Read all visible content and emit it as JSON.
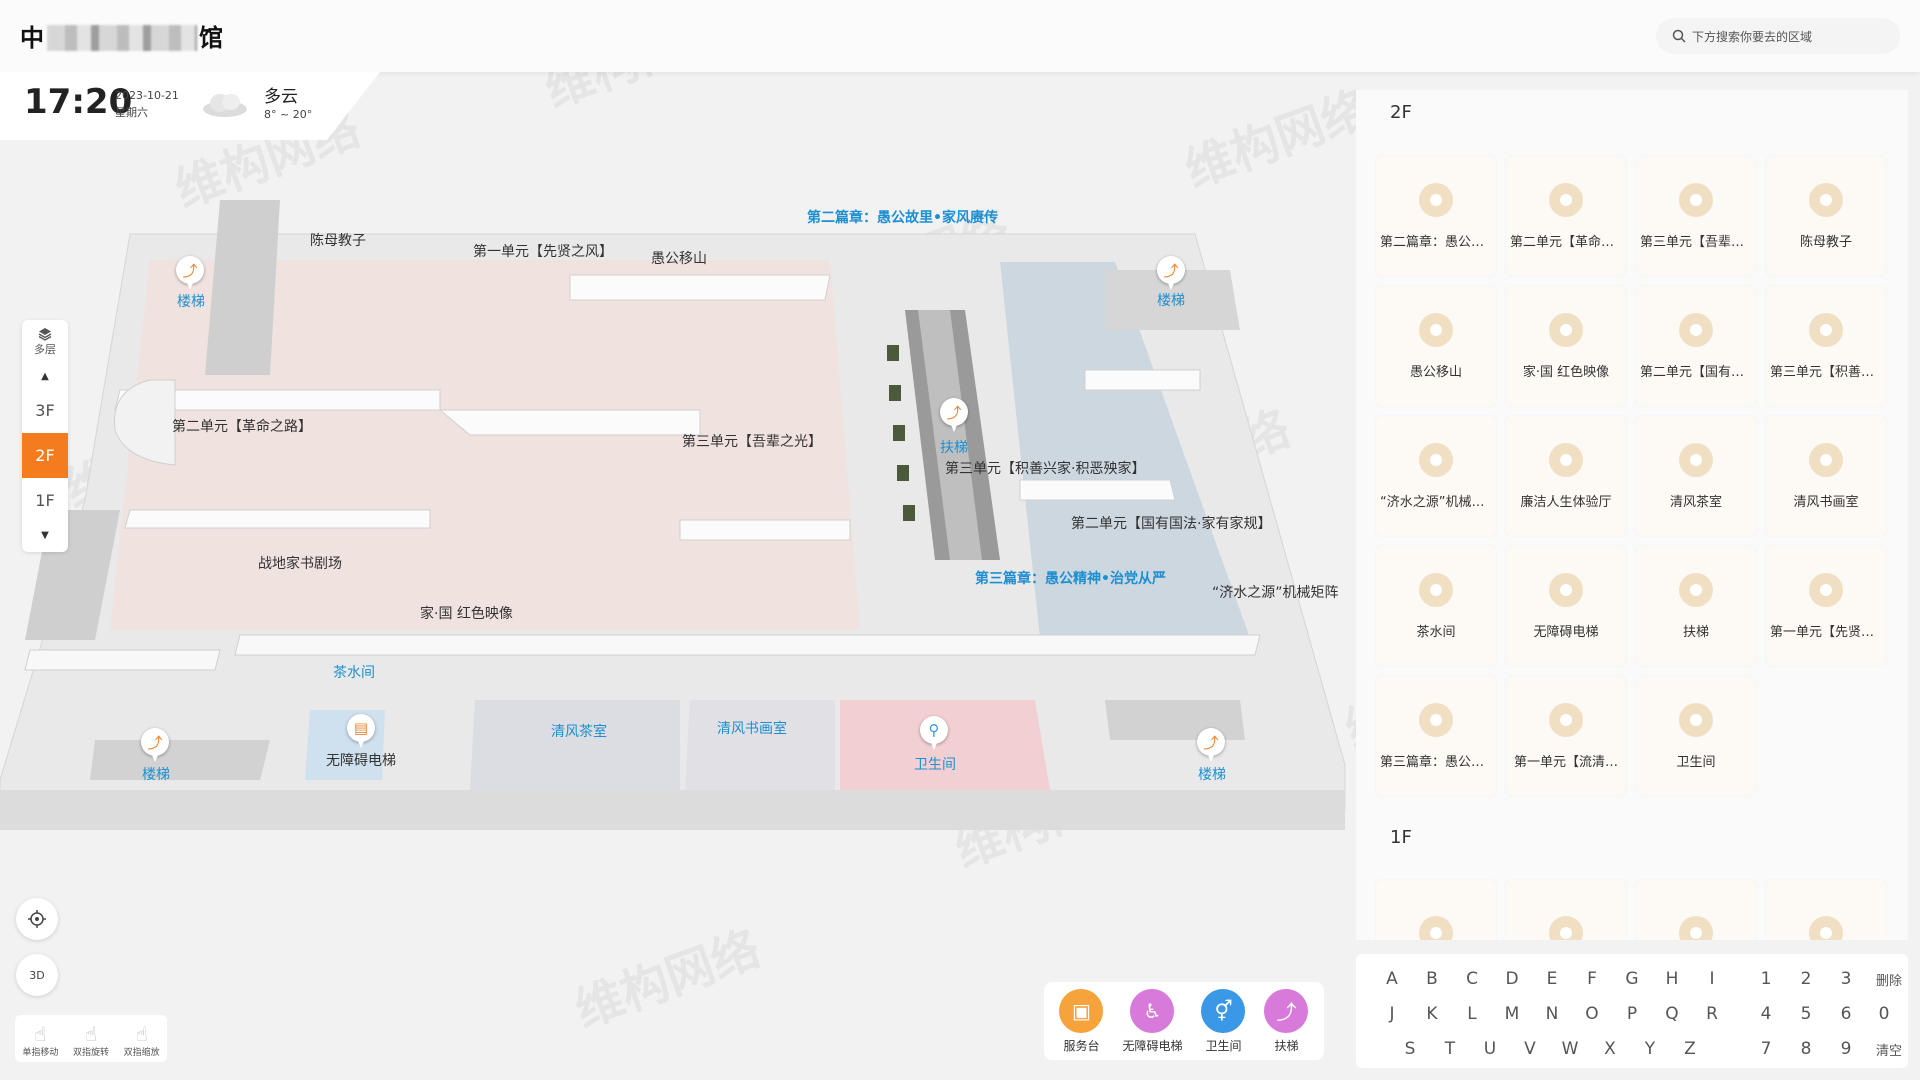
{
  "app": {
    "title_prefix": "中",
    "title_suffix": "馆"
  },
  "search": {
    "placeholder": "下方搜索你要去的区域"
  },
  "clock": {
    "time": "17:20",
    "date": "2023-10-21",
    "weekday": "星期六",
    "weather": "多云",
    "temp": "8° ~ 20°"
  },
  "floor_selector": {
    "layers_label": "多层",
    "floors": [
      "3F",
      "2F",
      "1F"
    ],
    "active": "2F"
  },
  "map": {
    "labels": [
      {
        "id": "chen-mu",
        "text": "陈母教子"
      },
      {
        "id": "unit1",
        "text": "第一单元【先贤之风】"
      },
      {
        "id": "yugong",
        "text": "愚公移山"
      },
      {
        "id": "chapter2",
        "text": "第二篇章：愚公故里•家风赓传"
      },
      {
        "id": "unit2-rev",
        "text": "第二单元【革命之路】"
      },
      {
        "id": "unit3-wu",
        "text": "第三单元【吾辈之光】"
      },
      {
        "id": "unit3-ji",
        "text": "第三单元【积善兴家·积恶殃家】"
      },
      {
        "id": "unit2-guo",
        "text": "第二单元【国有国法·家有家规】"
      },
      {
        "id": "chapter3",
        "text": "第三篇章：愚公精神•治党从严"
      },
      {
        "id": "jishui",
        "text": "“济水之源”机械矩阵"
      },
      {
        "id": "zhandi",
        "text": "战地家书剧场"
      },
      {
        "id": "jiaguo",
        "text": "家·国 红色映像"
      },
      {
        "id": "chashui",
        "text": "茶水间"
      },
      {
        "id": "wuzhang",
        "text": "无障碍电梯"
      },
      {
        "id": "qingfeng-cha",
        "text": "清风茶室"
      },
      {
        "id": "qingfeng-shu",
        "text": "清风书画室"
      },
      {
        "id": "weisheng",
        "text": "卫生间"
      }
    ],
    "stairs_label": "楼梯",
    "escalator_label": "扶梯"
  },
  "controls": {
    "btn3d": "3D",
    "gestures": [
      "单指移动",
      "双指旋转",
      "双指缩放"
    ]
  },
  "legend": [
    {
      "label": "服务台",
      "color": "#f7a33c"
    },
    {
      "label": "无障碍电梯",
      "color": "#d87ad9"
    },
    {
      "label": "卫生间",
      "color": "#3a98e6"
    },
    {
      "label": "扶梯",
      "color": "#d87ad9"
    }
  ],
  "panel": {
    "floor2": {
      "heading": "2F",
      "items": [
        "第二篇章：愚公故里•家风赓传",
        "第二单元【革命之路】",
        "第三单元【吾辈之光】",
        "陈母教子",
        "愚公移山",
        "家·国 红色映像",
        "第二单元【国有国法·家有家规】",
        "第三单元【积善兴家·积恶殃家】",
        "“济水之源”机械矩阵",
        "廉洁人生体验厅",
        "清风茶室",
        "清风书画室",
        "茶水间",
        "无障碍电梯",
        "扶梯",
        "第一单元【先贤之风】",
        "第三篇章：愚公精神•治党从严",
        "第一单元【流清…",
        "卫生间"
      ]
    },
    "floor1": {
      "heading": "1F"
    }
  },
  "keyboard": {
    "rows": [
      [
        "A",
        "B",
        "C",
        "D",
        "E",
        "F",
        "G",
        "H",
        "I"
      ],
      [
        "J",
        "K",
        "L",
        "M",
        "N",
        "O",
        "P",
        "Q",
        "R"
      ],
      [
        "S",
        "T",
        "U",
        "V",
        "W",
        "X",
        "Y",
        "Z"
      ]
    ],
    "num_rows": [
      [
        "1",
        "2",
        "3",
        "删除"
      ],
      [
        "4",
        "5",
        "6",
        "0"
      ],
      [
        "7",
        "8",
        "9",
        "清空"
      ]
    ]
  },
  "watermark": "维构网络",
  "colors": {
    "accent": "#f47b1e",
    "label_blue": "#1e8fd0"
  }
}
